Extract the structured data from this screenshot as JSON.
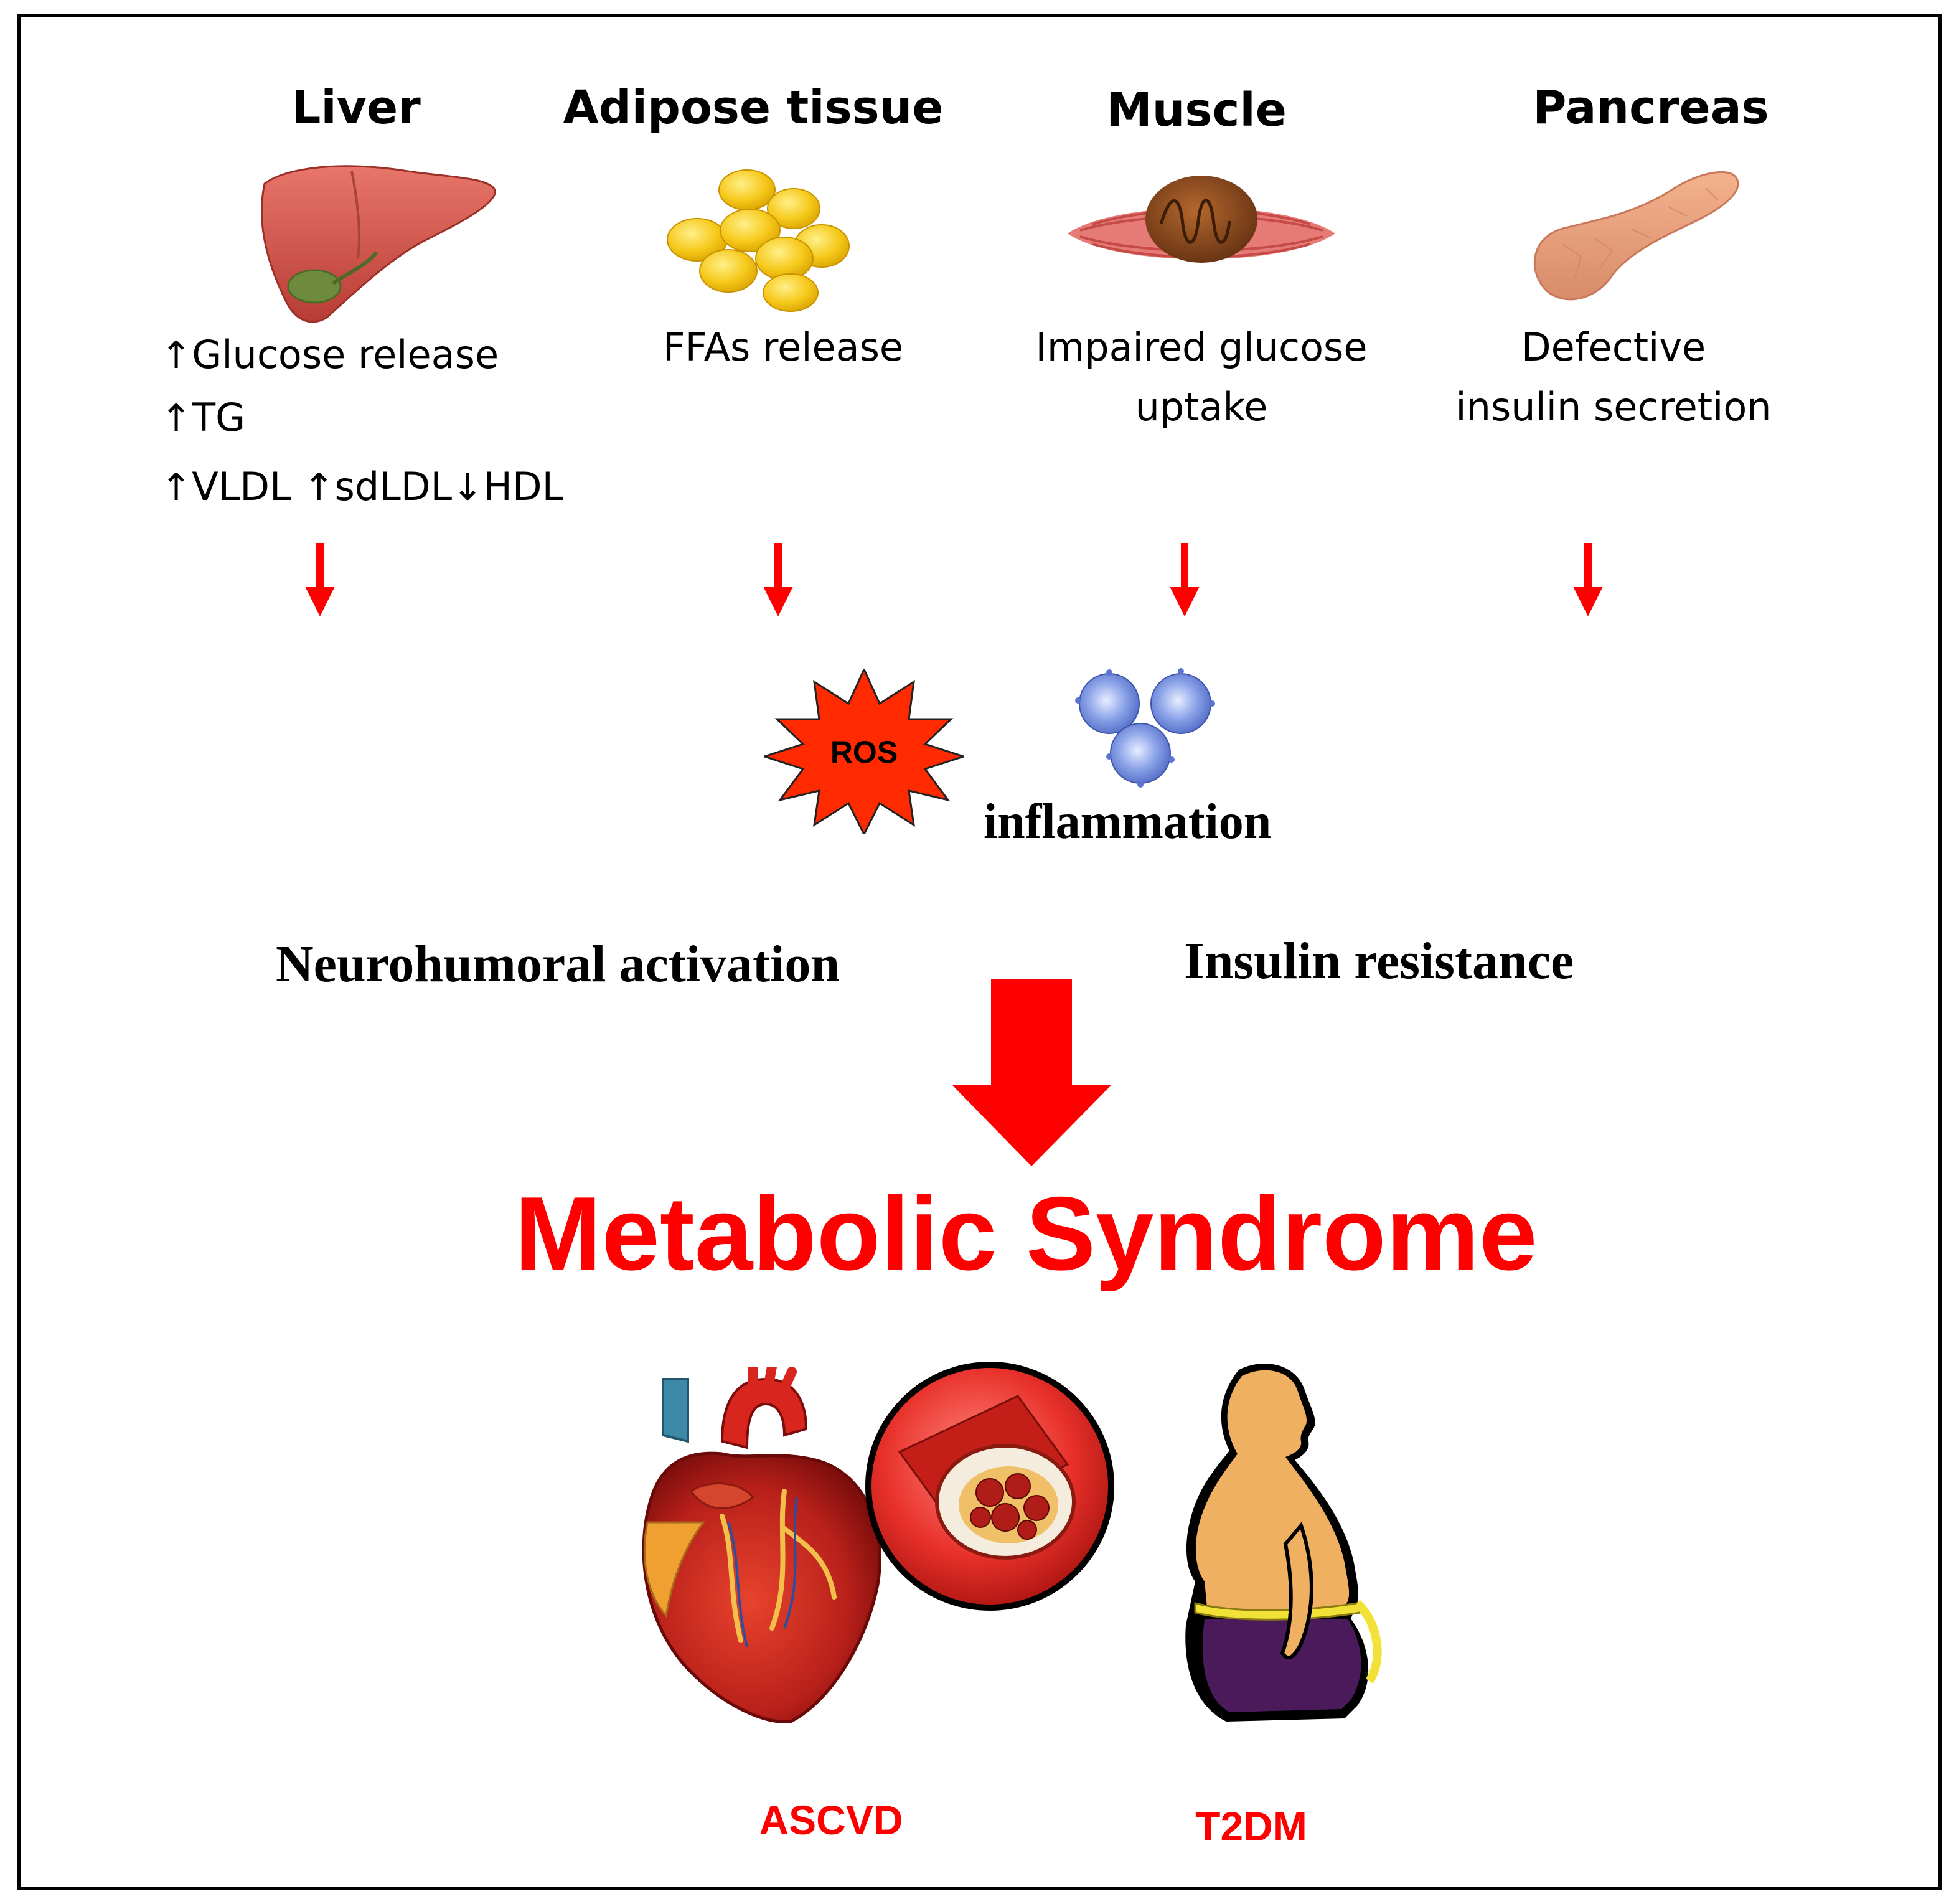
{
  "organs": [
    {
      "title": "Liver"
    },
    {
      "title": "Adipose tissue"
    },
    {
      "title": "Muscle"
    },
    {
      "title": "Pancreas"
    }
  ],
  "liver_effects": {
    "glucose": "Glucose release",
    "tg": "TG",
    "vldl": "VLDL",
    "sdldl": "sdLDL",
    "hdl": "HDL"
  },
  "adipose_effect": "FFAs release",
  "muscle_effect": {
    "line1": "Impaired glucose",
    "line2": "uptake"
  },
  "pancreas_effect": {
    "line1": "Defective",
    "line2": "insulin secretion"
  },
  "ros_label": "ROS",
  "inflammation_label": "inflammation",
  "neurohumoral_label": "Neurohumoral activation",
  "insulin_resistance_label": "Insulin resistance",
  "main_title": "Metabolic Syndrome",
  "outcomes": {
    "ascvd": "ASCVD",
    "t2dm": "T2DM"
  },
  "colors": {
    "accent_red": "#ff0000",
    "text": "#000000"
  }
}
